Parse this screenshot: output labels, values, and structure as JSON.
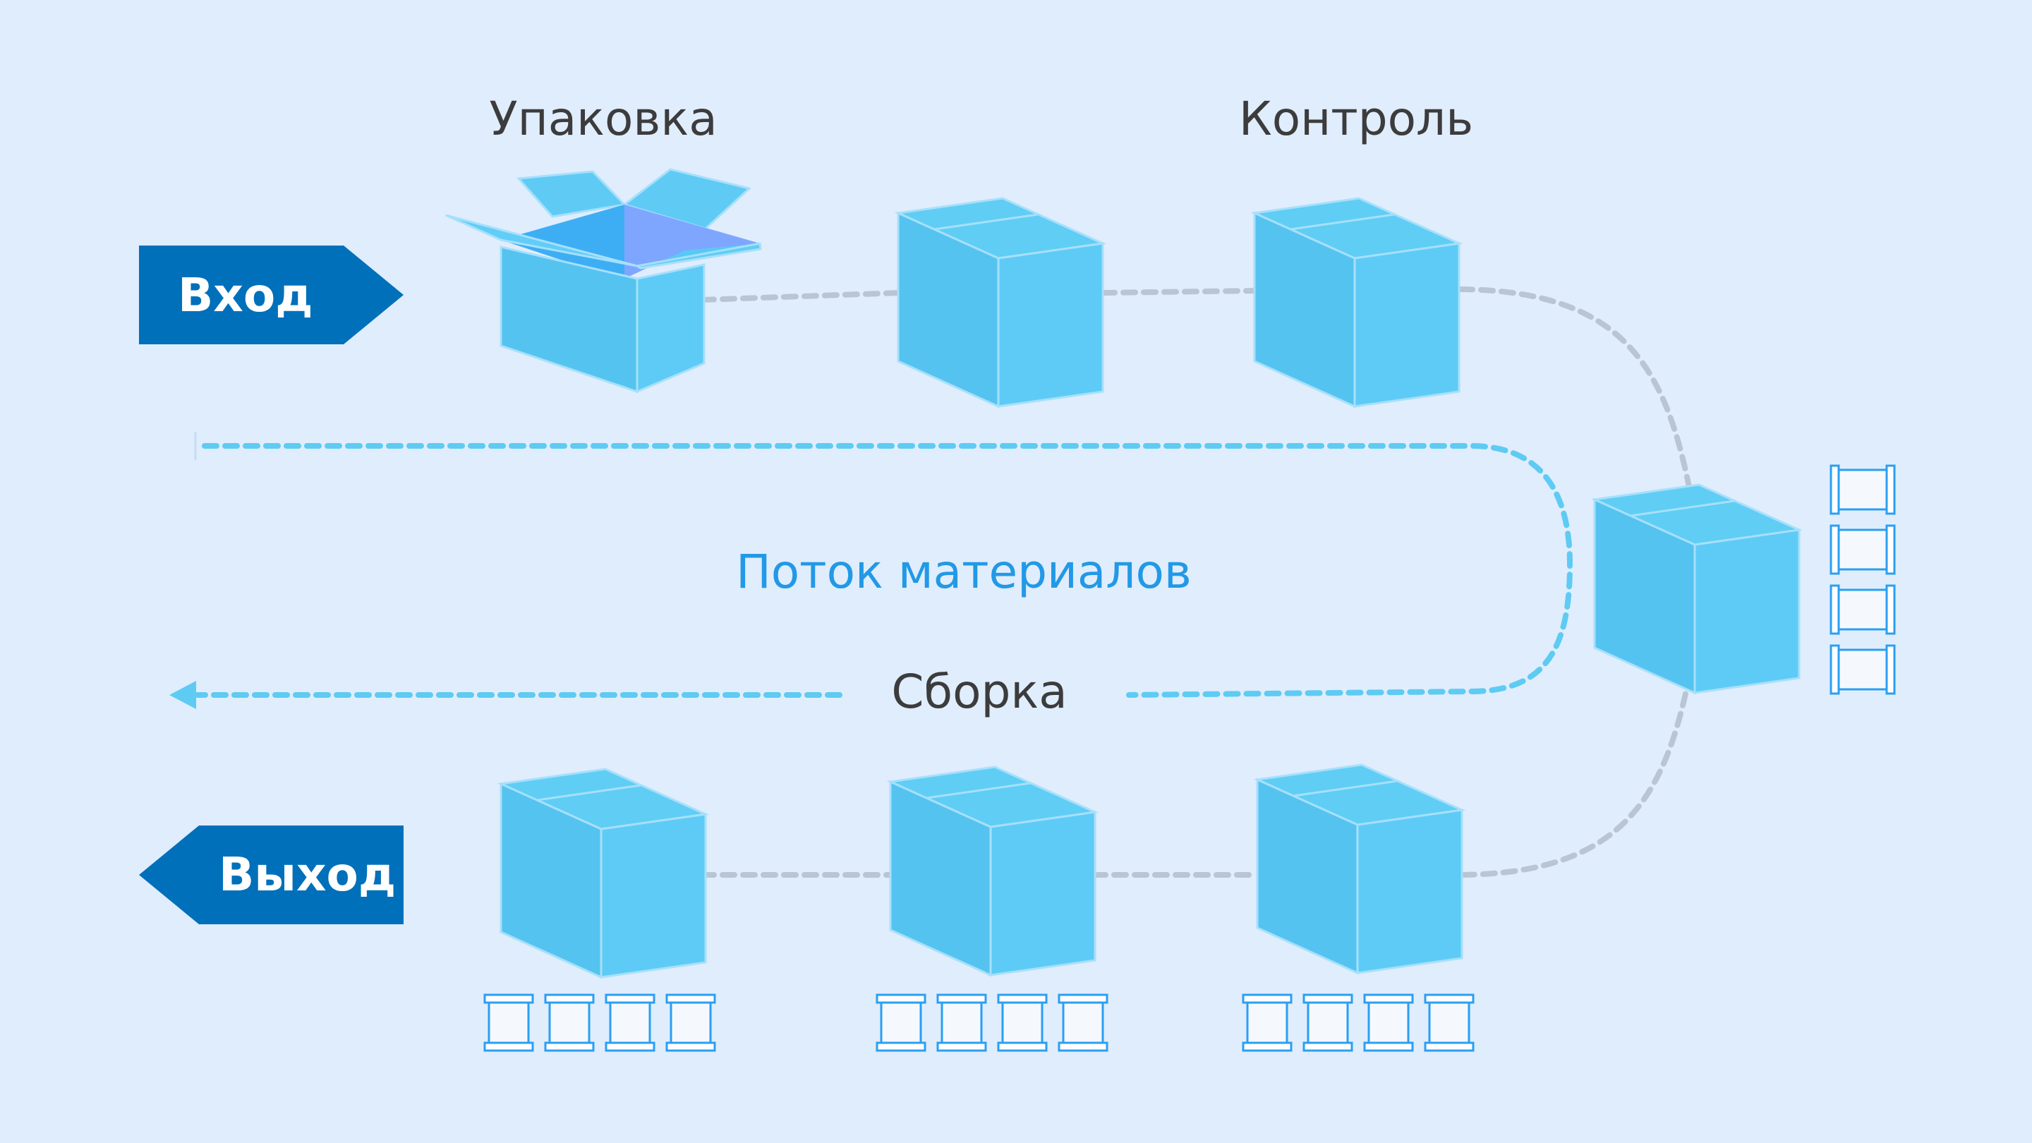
{
  "labels": {
    "packing": "Упаковка",
    "control": "Контроль",
    "flow": "Поток материалов",
    "assembly": "Сборка",
    "entry": "Вход",
    "exit": "Выход"
  },
  "colors": {
    "background": "#e0edfd",
    "box_front": "#5ecbf6",
    "box_side": "#55c3f0",
    "box_top": "#60cdf5",
    "box_edge": "#a6e0fb",
    "tag": "#0070bb",
    "flow_line": "#5ecbf3",
    "conveyor_line": "#b9c5d3",
    "pallet": "#2a9ff2",
    "flow_text": "#2299e6"
  },
  "icons": [
    "open-box-icon",
    "closed-box-icon",
    "pallet-icon",
    "arrow-left-icon"
  ]
}
